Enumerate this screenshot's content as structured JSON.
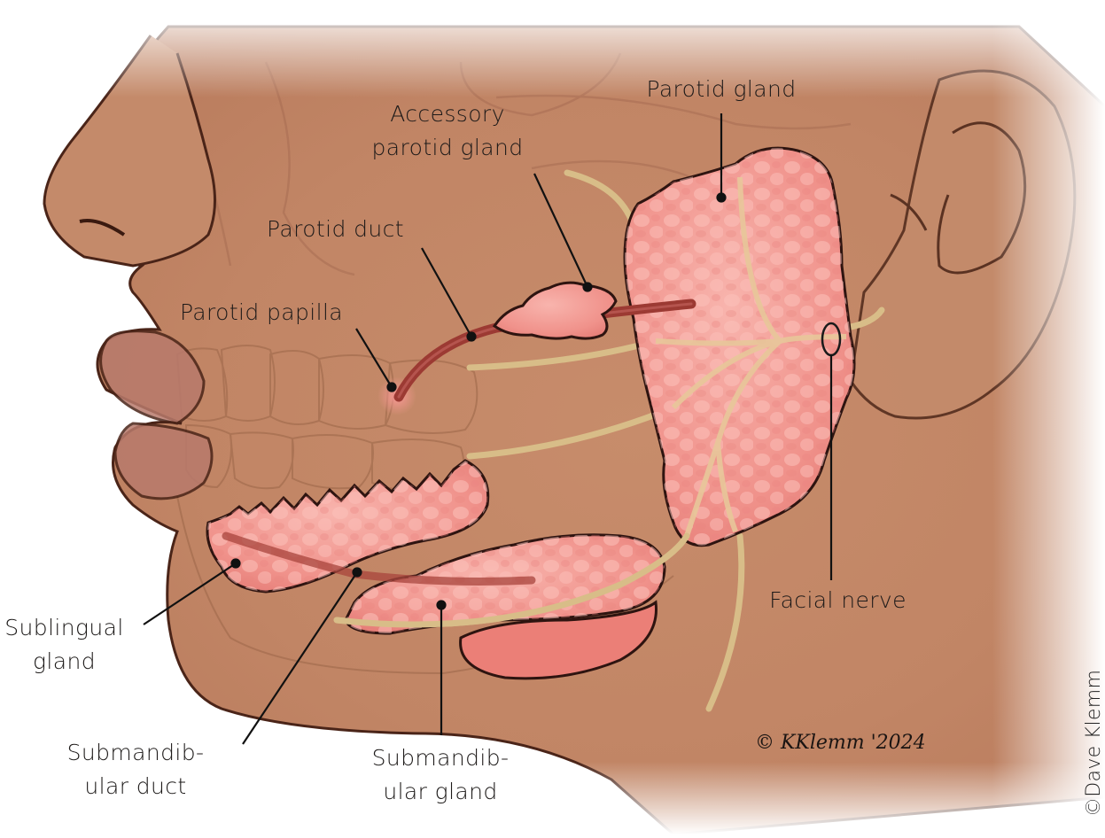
{
  "figure": {
    "subject": "Salivary glands, lateral view of face",
    "colors": {
      "skin": "#c98f6e",
      "skin_light": "#dcae90",
      "skin_dark": "#9a6248",
      "gland": "#f08f8a",
      "gland_light": "#f7b2ab",
      "gland_outline": "#3a1a14",
      "duct": "#a8443c",
      "nerve": "#dcc28e",
      "leader_line": "#111111"
    }
  },
  "labels": {
    "parotid_gland": {
      "lines": [
        "Parotid gland"
      ]
    },
    "accessory_parotid_gland": {
      "lines": [
        "Accessory",
        "parotid gland"
      ]
    },
    "parotid_duct": {
      "lines": [
        "Parotid duct"
      ]
    },
    "parotid_papilla": {
      "lines": [
        "Parotid papilla"
      ]
    },
    "facial_nerve": {
      "lines": [
        "Facial nerve"
      ]
    },
    "sublingual_gland": {
      "lines": [
        "Sublingual",
        "gland"
      ]
    },
    "submandibular_duct": {
      "lines": [
        "Submandib-",
        "ular duct"
      ]
    },
    "submandibular_gland": {
      "lines": [
        "Submandib-",
        "ular gland"
      ]
    }
  },
  "signature": {
    "text": "© KKlemm '2024"
  },
  "credit": {
    "text": "©Dave Klemm"
  }
}
